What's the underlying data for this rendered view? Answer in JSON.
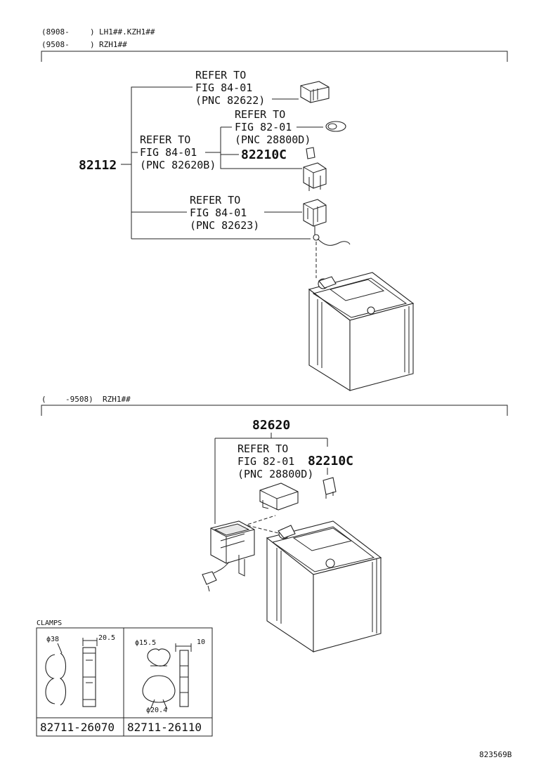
{
  "header_top": {
    "line1_code": "(8908-",
    "line1_close": ")",
    "line1_models": "LH1##.KZH1##",
    "line2_code": "(9508-",
    "line2_close": ")",
    "line2_models": "RZH1##"
  },
  "section_top": {
    "main_part": "82112",
    "refs": [
      {
        "line1": "REFER TO",
        "line2": "FIG 84-01",
        "line3": "(PNC 82622)"
      },
      {
        "line1": "REFER TO",
        "line2": "FIG 82-01",
        "line3": "(PNC 28800D)"
      },
      {
        "line1": "REFER TO",
        "line2": "FIG 84-01",
        "line3": "(PNC 82620B)"
      },
      {
        "line1": "REFER TO",
        "line2": "FIG 84-01",
        "line3": "(PNC 82623)"
      }
    ],
    "fuse_part": "82210C"
  },
  "header_bottom": {
    "code": "(",
    "range": "-9508)",
    "models": "RZH1##"
  },
  "section_bottom": {
    "main_part": "82620",
    "ref": {
      "line1": "REFER TO",
      "line2": "FIG 82-01",
      "line3": "(PNC 28800D)"
    },
    "fuse_part": "82210C"
  },
  "clamps": {
    "title": "CLAMPS",
    "left": {
      "diameter": "ϕ38",
      "width": "20.5",
      "part": "82711-26070"
    },
    "right": {
      "diameter_top": "ϕ15.5",
      "width": "10",
      "diameter_bottom": "ϕ20.4",
      "part": "82711-26110"
    }
  },
  "figure_id": "823569B"
}
